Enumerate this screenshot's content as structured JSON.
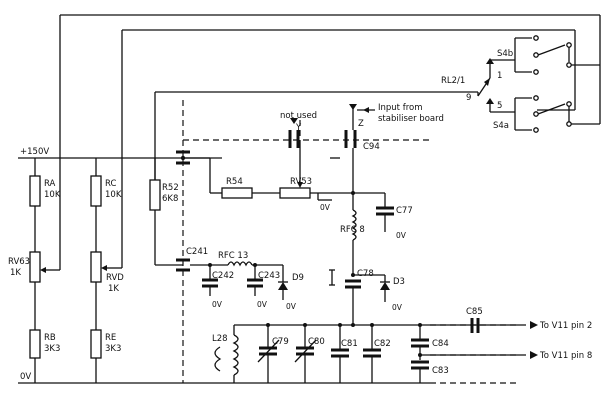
{
  "rails": {
    "plus150": "+150V",
    "zero": "0V"
  },
  "components": {
    "RA": [
      "RA",
      "10K"
    ],
    "RC": [
      "RC",
      "10K"
    ],
    "R52": [
      "R52",
      "6K8"
    ],
    "RV63": [
      "RV63",
      "1K"
    ],
    "RVD": [
      "RVD",
      "1K"
    ],
    "RB": [
      "RB",
      "3K3"
    ],
    "RE": [
      "RE",
      "3K3"
    ],
    "R54": "R54",
    "RV53": "RV53",
    "C94": "C94",
    "C241": "C241",
    "RFC13": "RFC 13",
    "C242": "C242",
    "C243": "C243",
    "D9": "D9",
    "RFC8": "RFC 8",
    "C77": "C77",
    "C78": "C78",
    "D3": "D3",
    "L28": "L28",
    "C79": "C79",
    "C80": "C80",
    "C81": "C81",
    "C82": "C82",
    "C84": "C84",
    "C83": "C83",
    "C85": "C85",
    "RL2": "RL2/1",
    "S4a": "S4a",
    "S4b": "S4b"
  },
  "nodes": {
    "Y": "Y",
    "Z": "Z",
    "n9": "9",
    "n1": "1",
    "n5": "5",
    "ov": "0V"
  },
  "annotations": {
    "not_used": "not used",
    "input_line1": "Input from",
    "input_line2": "stabiliser board",
    "to_v11_pin2": "To V11 pin 2",
    "to_v11_pin8": "To V11 pin 8"
  }
}
